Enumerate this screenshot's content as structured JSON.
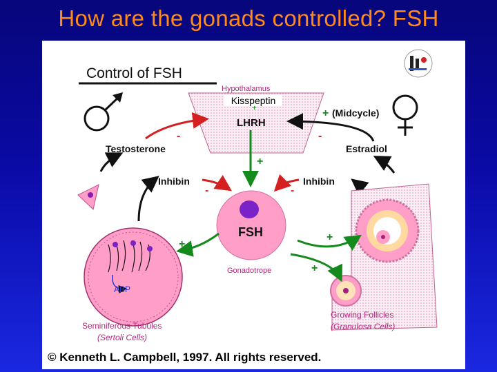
{
  "slide": {
    "title": "How are the gonads controlled? FSH"
  },
  "diagram": {
    "heading": "Control of FSH",
    "hypothalamus": "Hypothalamus",
    "kisspeptin": "Kisspeptin",
    "lhrh": "LHRH",
    "midcycle": "(Midcycle)",
    "testosterone": "Testosterone",
    "estradiol": "Estradiol",
    "inhibin_left": "Inhibin",
    "inhibin_right": "Inhibin",
    "fsh": "FSH",
    "gonadotrope": "Gonadotrope",
    "abp": "ABP",
    "seminiferous_tubules": "Seminiferous Tubules",
    "sertoli_cells": "(Sertoli Cells)",
    "growing_follicles": "Growing Follicles",
    "granulosa_cells": "(Granulosa Cells)",
    "plus": "+",
    "minus": "-",
    "copyright": "© Kenneth L. Campbell, 1997.  All rights reserved."
  },
  "colors": {
    "title": "#ff8a1a",
    "pink": "#ff9ec7",
    "green": "#138a1b",
    "red": "#d42020"
  }
}
